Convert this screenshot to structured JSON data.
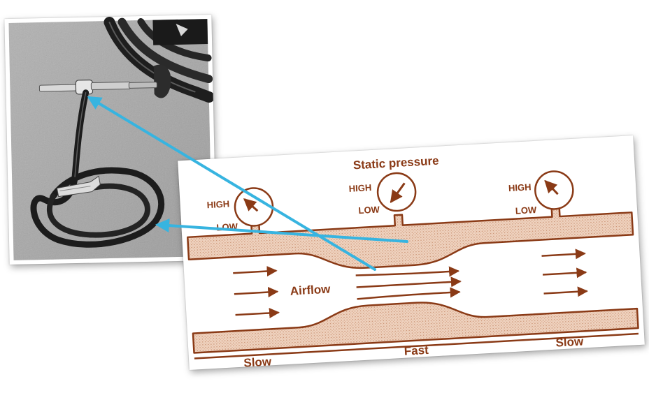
{
  "diagram": {
    "title": "Static pressure",
    "airflow_label": "Airflow",
    "regions": {
      "left": "Slow",
      "middle": "Fast",
      "right": "Slow"
    },
    "gauges": [
      {
        "high": "HIGH",
        "low": "LOW"
      },
      {
        "high": "HIGH",
        "low": "LOW"
      },
      {
        "high": "HIGH",
        "low": "LOW"
      }
    ]
  },
  "colors": {
    "ink": "#8a3a16",
    "wall_fill": "#e7c3ab",
    "pointer_arrows": "#37b4e0",
    "photo_bg": "#a9a9a9"
  }
}
